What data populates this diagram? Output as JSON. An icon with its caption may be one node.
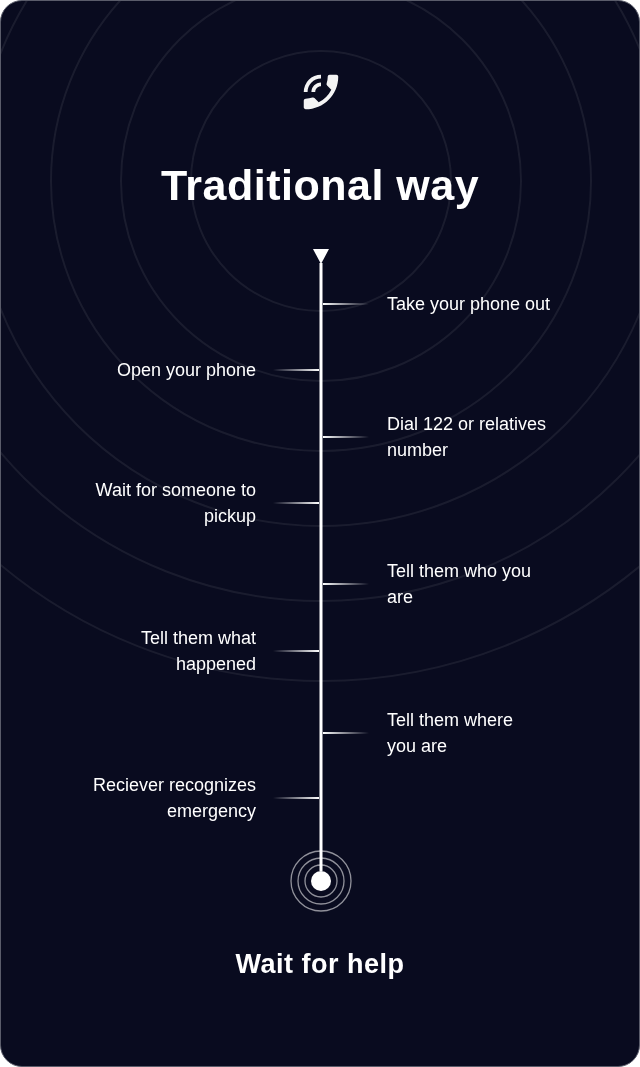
{
  "diagram": {
    "title": "Traditional way",
    "nodes": [
      {
        "text": [
          "Take your phone out"
        ]
      },
      {
        "text": [
          "Open your phone"
        ]
      },
      {
        "text": [
          "Dial 122 or relatives number"
        ]
      },
      {
        "text": [
          "Wait for someone to pickup"
        ]
      },
      {
        "text": [
          "Tell them who you are"
        ]
      },
      {
        "text": [
          "Tell them what happened"
        ]
      },
      {
        "text": [
          "Tell them where you are"
        ]
      },
      {
        "text": [
          "Reciever recognizes emergency"
        ]
      },
      {
        "text": [],
        "shape": "triangle"
      },
      {
        "text": [],
        "shape": "circle"
      }
    ],
    "edges": [
      {
        "from": 0,
        "to": null,
        "arrow": "none"
      },
      {
        "from": 1,
        "to": null,
        "arrow": "none"
      },
      {
        "from": 2,
        "to": null,
        "arrow": "none"
      },
      {
        "from": 3,
        "to": null,
        "arrow": "none"
      },
      {
        "from": 4,
        "to": null,
        "arrow": "none"
      },
      {
        "from": 5,
        "to": null,
        "arrow": "none"
      },
      {
        "from": 6,
        "to": null,
        "arrow": "none"
      },
      {
        "from": 7,
        "to": null,
        "arrow": "none"
      },
      {
        "from": 8,
        "to": 9,
        "arrow": "none"
      }
    ],
    "labels": [
      "Wait for help"
    ]
  }
}
